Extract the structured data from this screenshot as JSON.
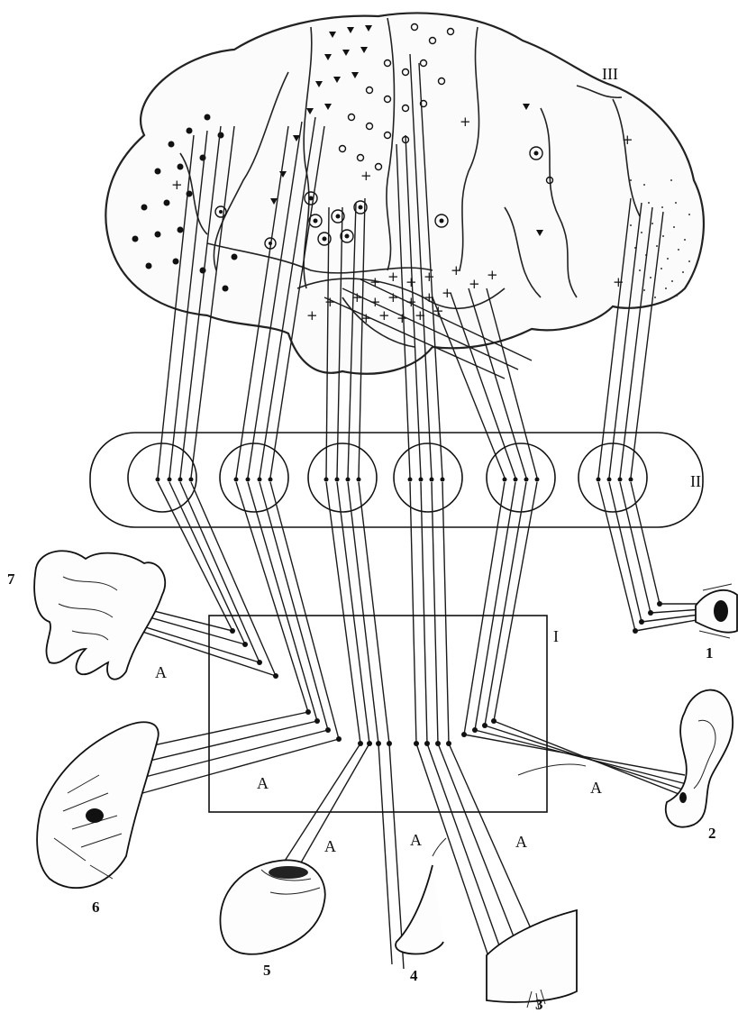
{
  "labels": {
    "level_cortex": "III",
    "level_thalamus": "II",
    "level_receptor": "I",
    "afferent": "A"
  },
  "organs": {
    "eye": "1",
    "ear": "2",
    "skin": "3",
    "nose": "4",
    "tongue": "5",
    "muscle_joint": "6",
    "intestine": "7"
  },
  "colors": {
    "ink": "#111111",
    "paper": "#ffffff"
  }
}
